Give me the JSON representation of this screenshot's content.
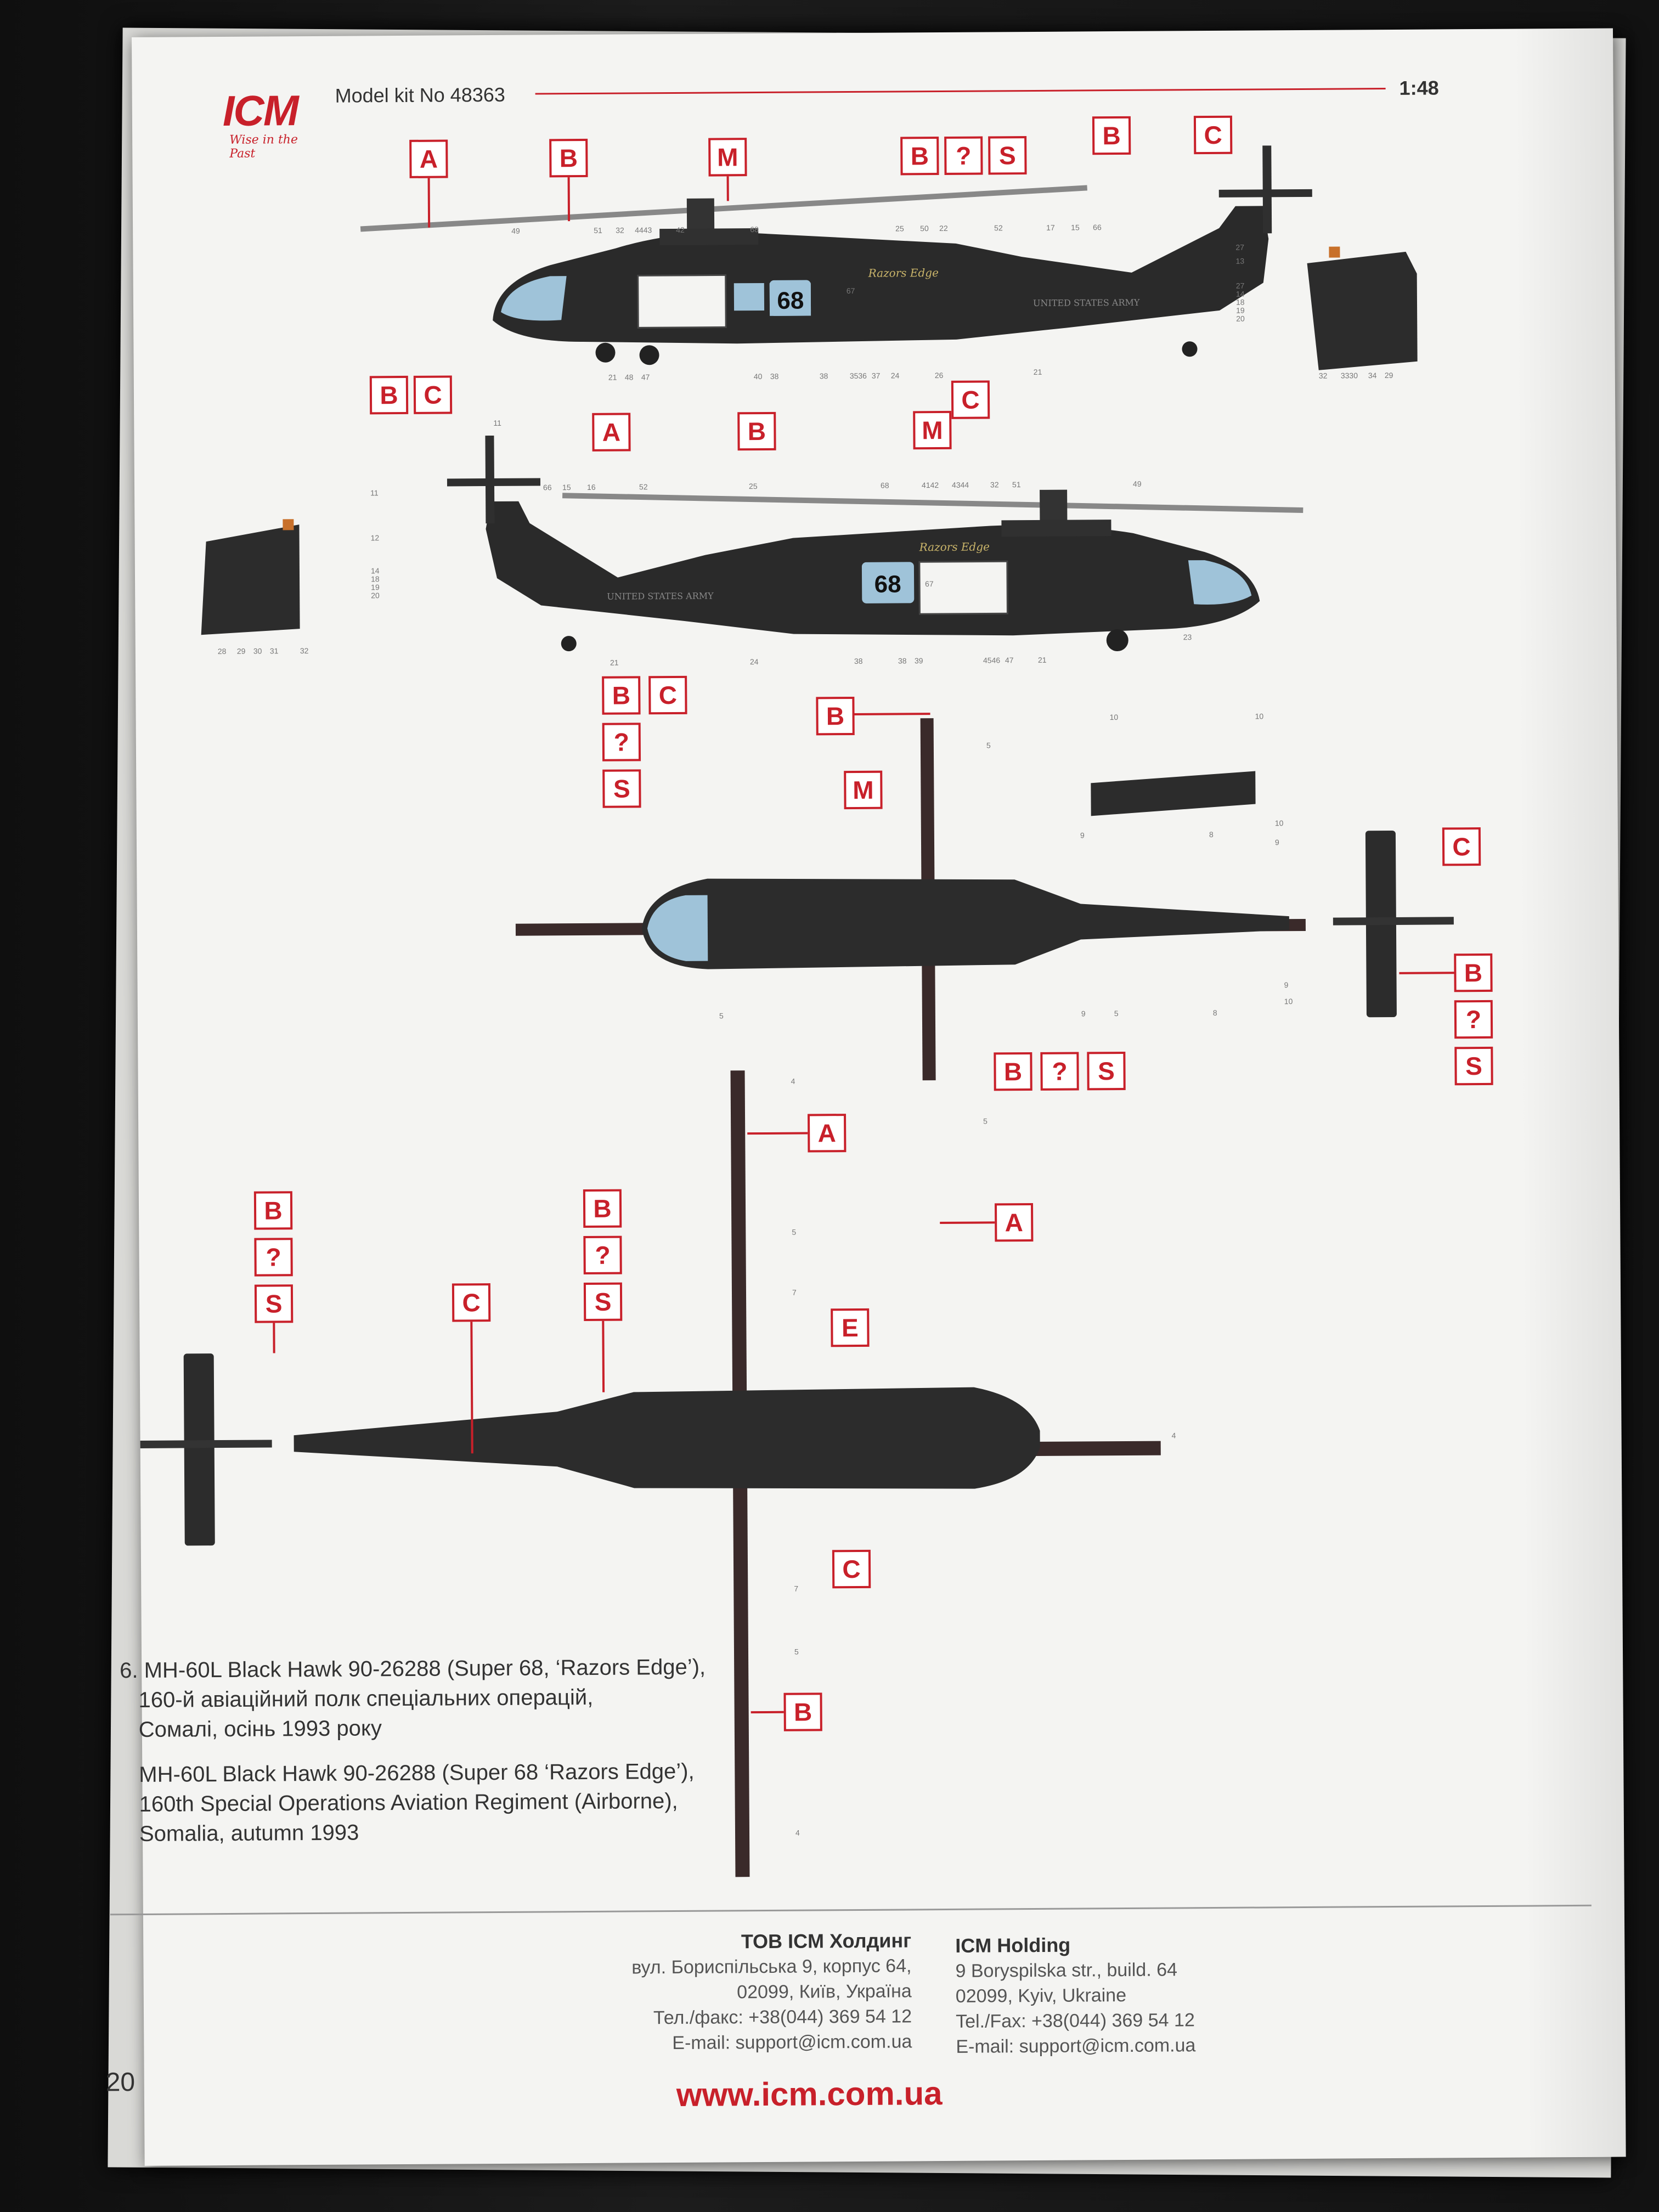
{
  "header": {
    "brand": "ICM",
    "brand_tagline": "Wise in the Past",
    "kit_number": "Model kit No 48363",
    "scale": "1:48"
  },
  "markings": {
    "A": "A",
    "B": "B",
    "C": "C",
    "M": "M",
    "E": "E",
    "Q": "?",
    "S": "S"
  },
  "aircraft_text": {
    "tail_number": "68",
    "nose_art": "Razors Edge",
    "fuselage_text": "UNITED STATES ARMY"
  },
  "callouts": {
    "side1_top": [
      "49",
      "51",
      "32",
      "4443",
      "42",
      "68",
      "25",
      "50",
      "22",
      "52",
      "17",
      "15",
      "66"
    ],
    "side1_right": [
      "27",
      "13",
      "27",
      "14",
      "18",
      "19",
      "20"
    ],
    "side1_bottom": [
      "21",
      "48",
      "47",
      "40",
      "38",
      "38",
      "3536",
      "37",
      "24",
      "26",
      "21"
    ],
    "side1_inner": [
      "67"
    ],
    "tail1_bottom": [
      "32",
      "3330",
      "34",
      "29"
    ],
    "side2_top": [
      "11",
      "66",
      "15",
      "16",
      "52",
      "25",
      "68",
      "4142",
      "4344",
      "32",
      "51",
      "49"
    ],
    "side2_left": [
      "11",
      "12",
      "14",
      "18",
      "19",
      "20"
    ],
    "side2_bottom": [
      "21",
      "24",
      "38",
      "38",
      "39",
      "4546",
      "47",
      "21",
      "23"
    ],
    "side2_inner": [
      "67"
    ],
    "tail2_bottom": [
      "28",
      "29",
      "30",
      "31",
      "32"
    ],
    "top_view": [
      "5",
      "9",
      "8",
      "5",
      "9",
      "5",
      "8",
      "10",
      "9",
      "9",
      "10",
      "5",
      "10",
      "10"
    ],
    "bottom_view": [
      "4",
      "5",
      "7",
      "4",
      "7",
      "5",
      "4"
    ]
  },
  "caption": {
    "ua_line1": "6. MH-60L Black Hawk 90-26288 (Super 68, ‘Razors Edge’),",
    "ua_line2": "160-й авіаційний полк спеціальних операцій,",
    "ua_line3": "Сомалі, осінь 1993 року",
    "en_line1": "MH-60L Black Hawk 90-26288 (Super 68 ‘Razors Edge’),",
    "en_line2": "160th Special Operations Aviation Regiment (Airborne),",
    "en_line3": "Somalia, autumn 1993"
  },
  "footer": {
    "ua": {
      "title": "ТОВ ICM Холдинг",
      "line1": "вул. Бориспільська 9, корпус 64,",
      "line2": "02099, Київ, Україна",
      "line3": "Тел./факс: +38(044) 369 54 12",
      "line4": "E-mail: support@icm.com.ua"
    },
    "en": {
      "title": "ICM Holding",
      "line1": "9 Boryspilska str., build. 64",
      "line2": "02099, Kyiv, Ukraine",
      "line3": "Tel./Fax: +38(044) 369 54 12",
      "line4": "E-mail: support@icm.com.ua"
    },
    "url": "www.icm.com.ua",
    "page_number": "20"
  },
  "colors": {
    "accent": "#c8202a",
    "paint": "#2a2a2a",
    "glass": "#9fc3d9"
  }
}
